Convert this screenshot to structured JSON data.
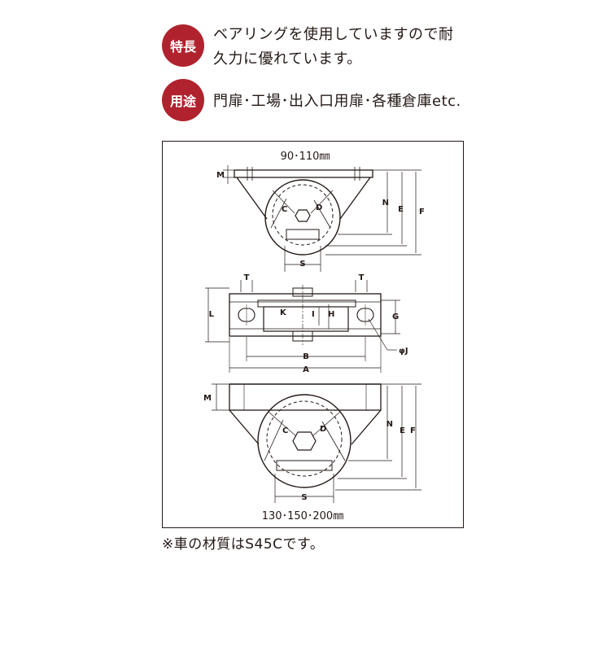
{
  "features": {
    "badge": "特長",
    "line1": "ベアリングを使用していますので耐",
    "line2": "久力に優れています。"
  },
  "usage": {
    "badge": "用途",
    "line1": "門扉･工場･出入口用扉･各種倉庫etc."
  },
  "drawing": {
    "top_size_label": "90･110㎜",
    "bottom_size_label": "130･150･200㎜",
    "labels": {
      "M": "M",
      "N": "N",
      "E": "E",
      "F": "F",
      "C": "C",
      "D": "D",
      "S": "S",
      "T": "T",
      "L": "L",
      "K": "K",
      "I": "I",
      "H": "H",
      "G": "G",
      "phiJ": "φJ",
      "B": "B",
      "A": "A"
    }
  },
  "note": "※車の材質はS45Cです。",
  "colors": {
    "badge": "#b0232e",
    "text": "#231815"
  }
}
